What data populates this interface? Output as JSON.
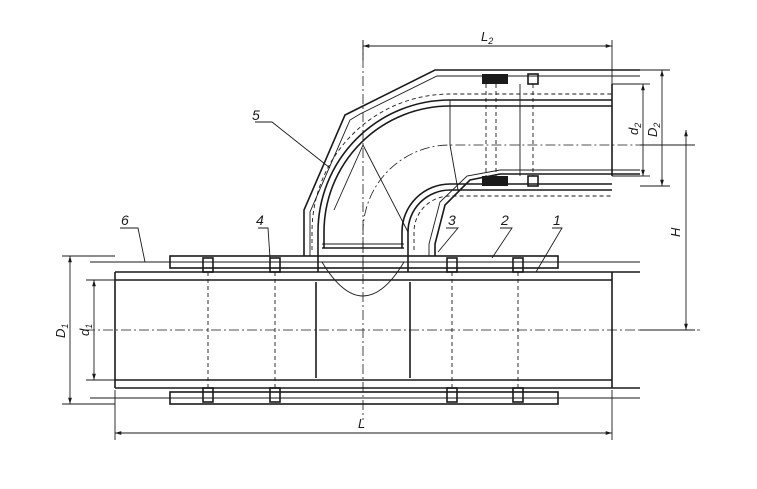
{
  "callouts": {
    "p1": "1",
    "p2": "2",
    "p3": "3",
    "p4": "4",
    "p5": "5",
    "p6": "6"
  },
  "dimensions": {
    "L": "L",
    "L2": "L",
    "L2_sub": "2",
    "H": "H",
    "D1": "D",
    "D1_sub": "1",
    "d1": "d",
    "d1_sub": "1",
    "D2": "D",
    "D2_sub": "2",
    "d2": "d",
    "d2_sub": "2"
  },
  "colors": {
    "line": "#1a1a1a",
    "background": "#ffffff"
  }
}
